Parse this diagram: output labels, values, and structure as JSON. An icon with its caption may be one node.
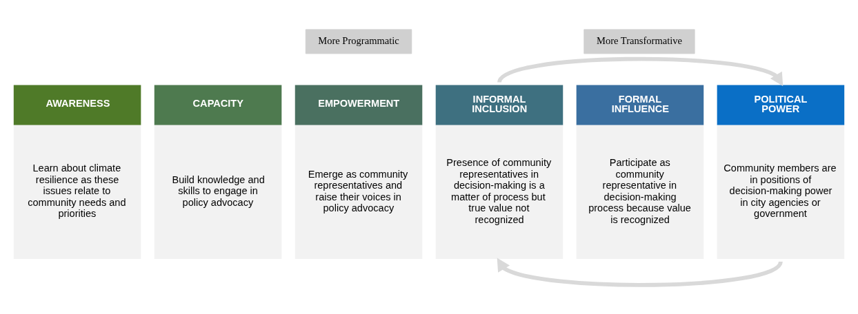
{
  "diagram": {
    "nodes": [
      {
        "text": [
          "AWARENESS",
          "Learn about climate resilience as these issues relate to community needs and priorities"
        ]
      },
      {
        "text": [
          "CAPACITY",
          "Build knowledge and skills to engage in policy advocacy"
        ]
      },
      {
        "text": [
          "EMPOWERMENT",
          "Emerge as community representatives and raise their voices in policy advocacy"
        ]
      },
      {
        "text": [
          "INFORMAL INCLUSION",
          "Presence of community representatives in decision-making is a matter of process but true value not recognized"
        ]
      },
      {
        "text": [
          "FORMAL INFLUENCE",
          "Participate as community representative in decision-making process because value is recognized"
        ]
      },
      {
        "text": [
          "POLITICAL POWER",
          "Community members are in positions of decision-making power in city agencies or government"
        ]
      }
    ],
    "edges": [
      {
        "from": 3,
        "to": 5,
        "arrow": "to"
      },
      {
        "from": 5,
        "to": 3,
        "arrow": "to"
      }
    ],
    "labels": [
      "More Programmatic",
      "More Transformative"
    ]
  }
}
